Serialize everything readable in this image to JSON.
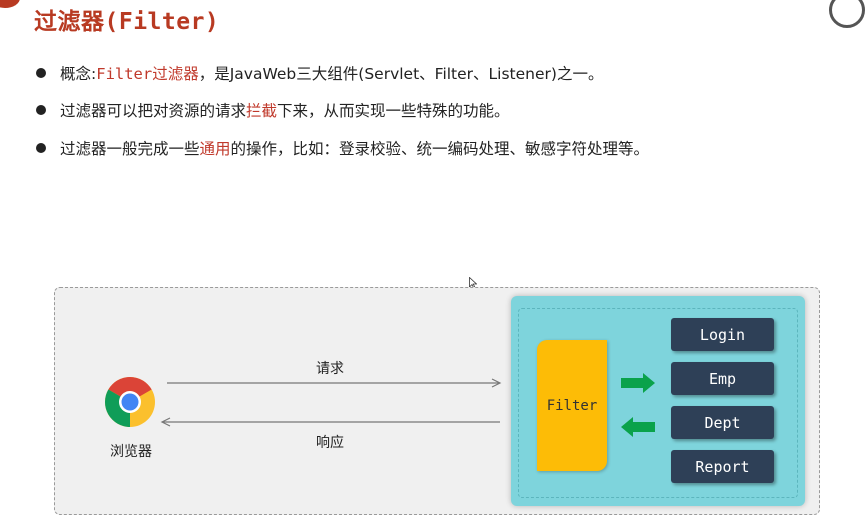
{
  "slide": {
    "title": "过滤器(Filter)"
  },
  "bullets": [
    {
      "prefix": "概念: ",
      "highlight": "Filter过滤器",
      "suffix": "，是JavaWeb三大组件(Servlet、Filter、Listener)之一。"
    },
    {
      "prefix": "过滤器可以把对资源的请求",
      "highlight": "拦截",
      "suffix": "下来，从而实现一些特殊的功能。"
    },
    {
      "prefix": "过滤器一般完成一些",
      "highlight": "通用",
      "suffix": "的操作，比如：登录校验、统一编码处理、敏感字符处理等。"
    }
  ],
  "diagram": {
    "browser_label": "浏览器",
    "request_label": "请求",
    "response_label": "响应",
    "filter_label": "Filter",
    "resources": [
      "Login",
      "Emp",
      "Dept",
      "Report"
    ]
  },
  "colors": {
    "accent": "#b83a22",
    "highlight": "#c0392b",
    "server_bg": "#7ed4dc",
    "filter_bg": "#fdbc06",
    "resource_bg": "#2e4057",
    "arrow_green": "#0aa24b"
  },
  "icons": [
    "logo-icon",
    "chrome-browser-icon",
    "cursor-icon",
    "arrow-right-icon",
    "arrow-left-icon"
  ]
}
